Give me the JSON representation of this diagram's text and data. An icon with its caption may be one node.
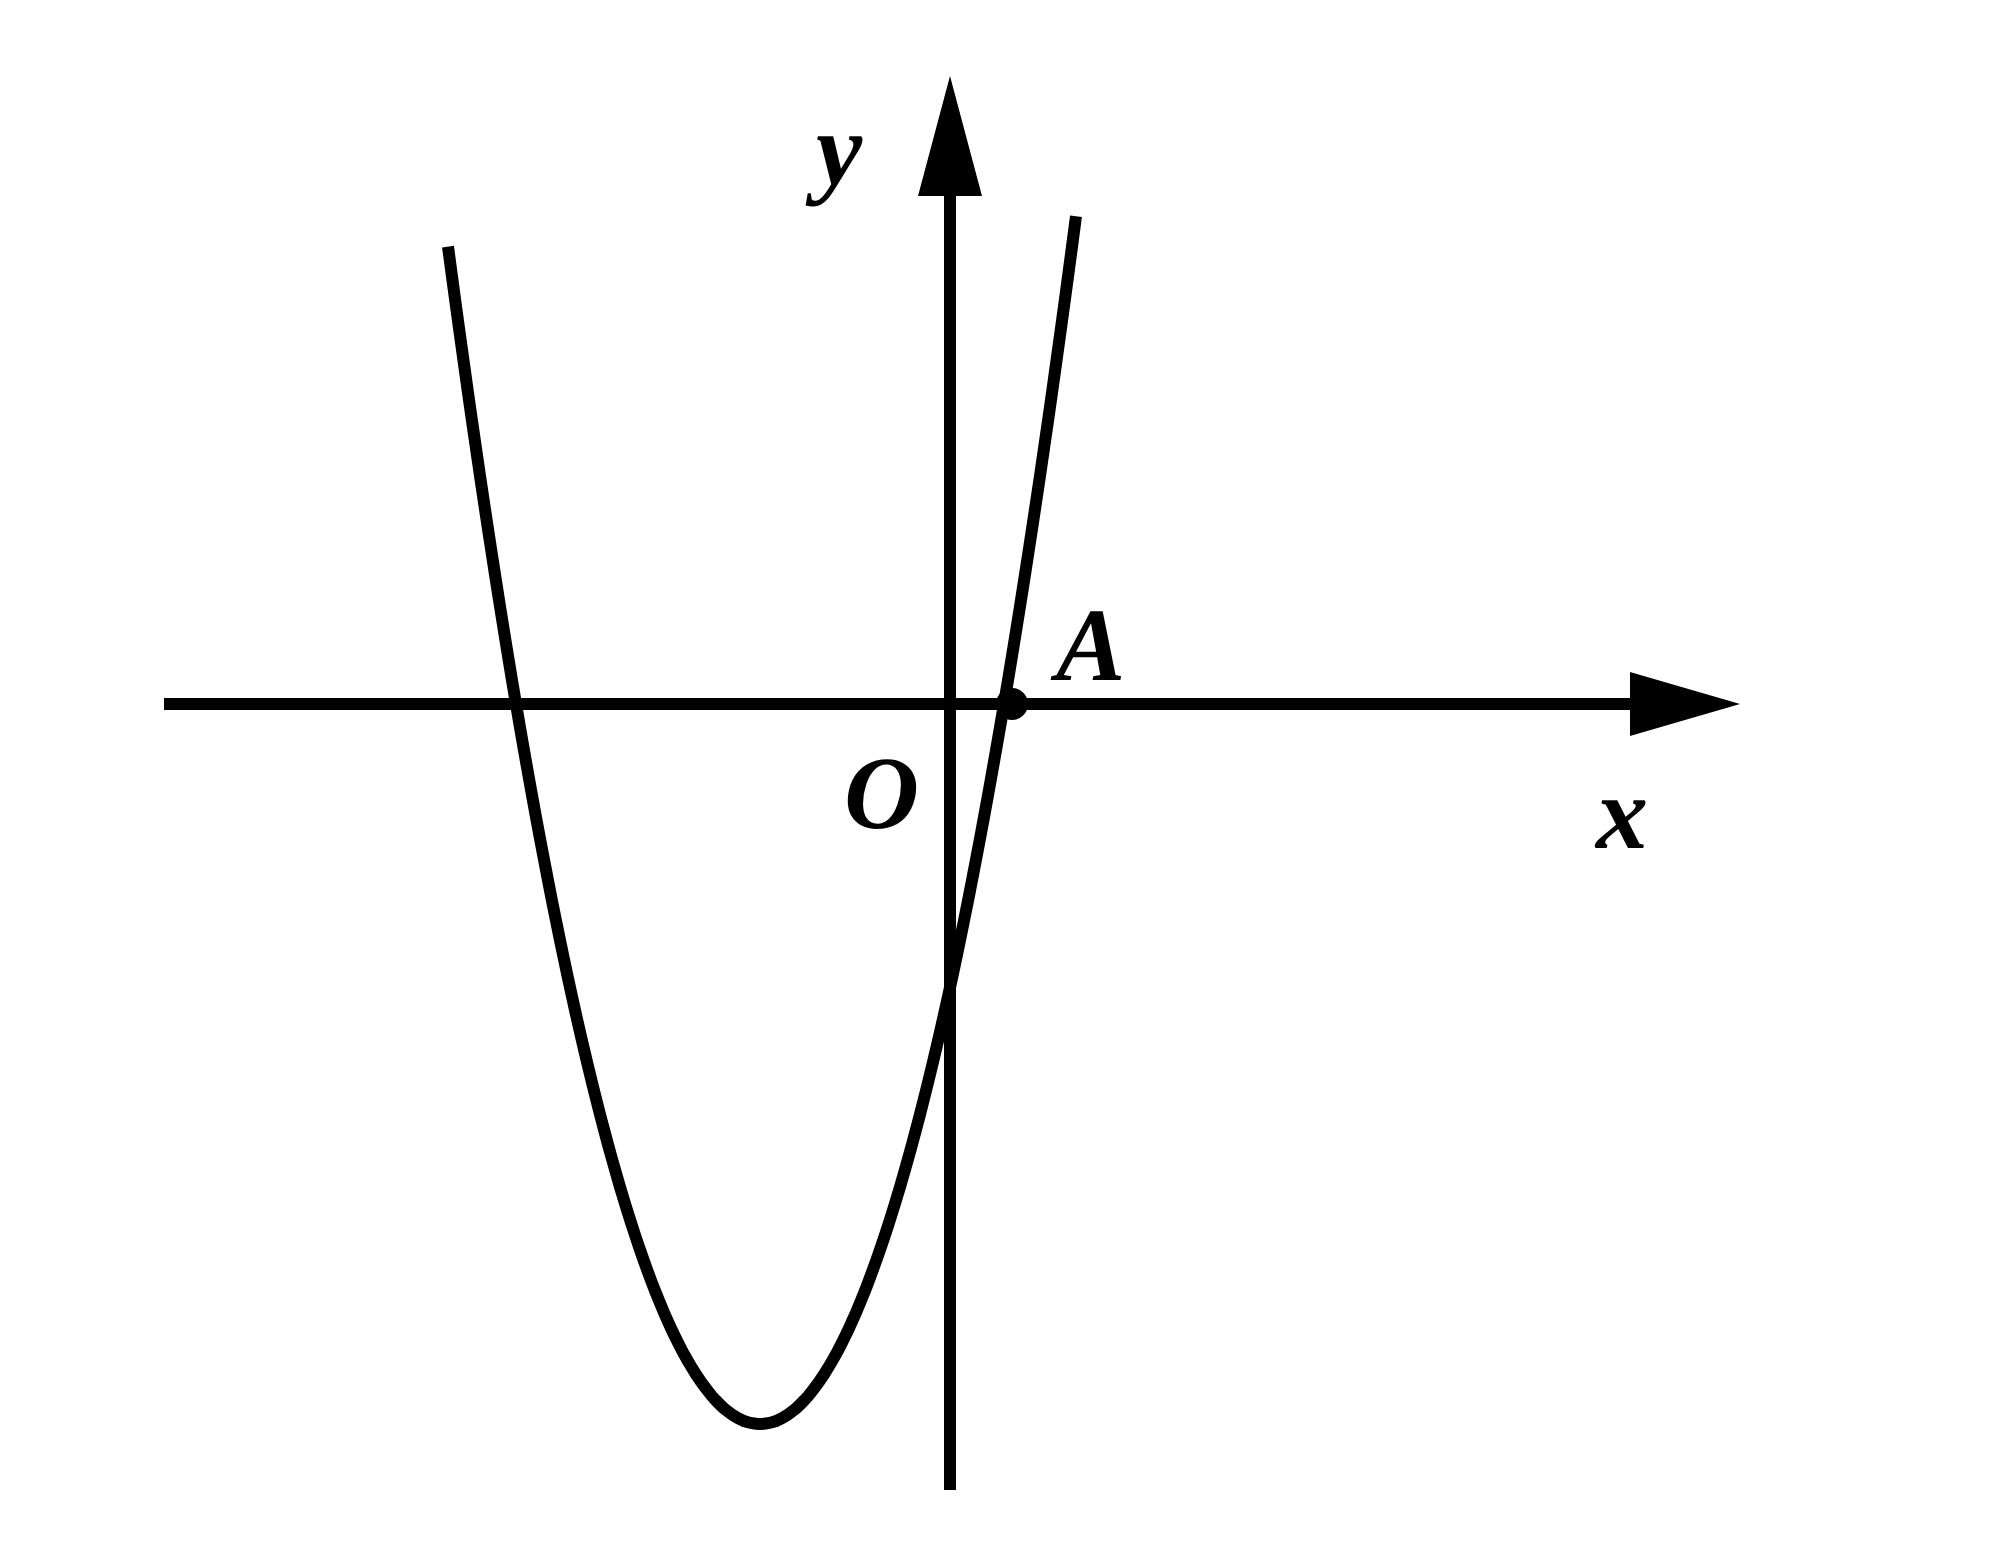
{
  "diagram": {
    "labels": [
      "y",
      "A",
      "O",
      "x"
    ]
  }
}
